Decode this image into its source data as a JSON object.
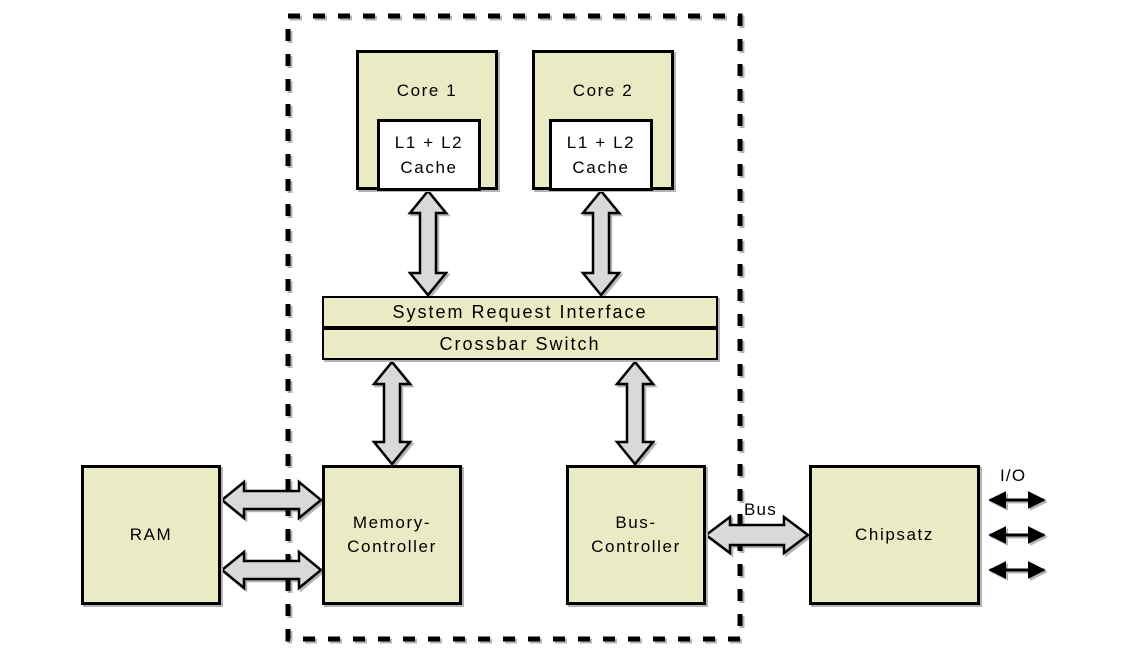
{
  "diagram": {
    "colors": {
      "box_fill": "#eaeac4",
      "cache_fill": "#ffffff",
      "arrow_fill": "#d9d9d9",
      "line": "#000000",
      "background": "#ffffff"
    },
    "nodes": {
      "core1": {
        "label": "Core 1"
      },
      "core2": {
        "label": "Core 2"
      },
      "cache1": {
        "line1": "L1 + L2",
        "line2": "Cache"
      },
      "cache2": {
        "line1": "L1 + L2",
        "line2": "Cache"
      },
      "sri": {
        "label": "System Request Interface"
      },
      "crossbar": {
        "label": "Crossbar Switch"
      },
      "ram": {
        "label": "RAM"
      },
      "memory_controller": {
        "line1": "Memory-",
        "line2": "Controller"
      },
      "bus_controller": {
        "line1": "Bus-",
        "line2": "Controller"
      },
      "chipsatz": {
        "label": "Chipsatz"
      }
    },
    "labels": {
      "bus": "Bus",
      "io": "I/O"
    }
  }
}
